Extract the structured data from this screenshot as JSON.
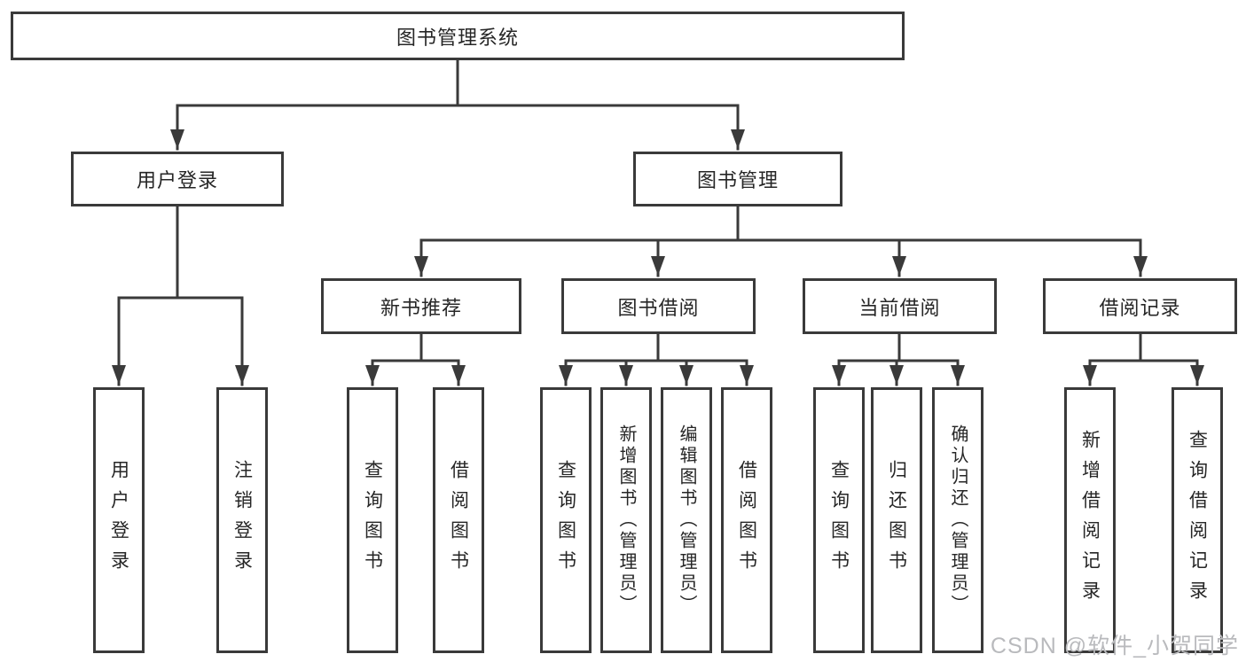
{
  "nodes": {
    "root": {
      "label": "图书管理系统"
    },
    "user_login_grp": {
      "label": "用户登录"
    },
    "book_mgmt": {
      "label": "图书管理"
    },
    "new_book_rec": {
      "label": "新书推荐"
    },
    "book_borrow": {
      "label": "图书借阅"
    },
    "current_borrow": {
      "label": "当前借阅"
    },
    "borrow_records": {
      "label": "借阅记录"
    },
    "user_login": {
      "label": "用户登录"
    },
    "logout": {
      "label": "注销登录"
    },
    "nb_query": {
      "label": "查询图书"
    },
    "nb_borrow": {
      "label": "借阅图书"
    },
    "bb_query": {
      "label": "查询图书"
    },
    "bb_add": {
      "label": "新增图书（管理员）"
    },
    "bb_edit": {
      "label": "编辑图书（管理员）"
    },
    "bb_borrow": {
      "label": "借阅图书"
    },
    "cb_query": {
      "label": "查询图书"
    },
    "cb_return": {
      "label": "归还图书"
    },
    "cb_confirm": {
      "label": "确认归还（管理员）"
    },
    "br_add": {
      "label": "新增借阅记录"
    },
    "br_query": {
      "label": "查询借阅记录"
    }
  },
  "hierarchy": {
    "title": "图书管理系统",
    "children": [
      {
        "label": "用户登录",
        "children": [
          "用户登录",
          "注销登录"
        ]
      },
      {
        "label": "图书管理",
        "children": [
          {
            "label": "新书推荐",
            "children": [
              "查询图书",
              "借阅图书"
            ]
          },
          {
            "label": "图书借阅",
            "children": [
              "查询图书",
              "新增图书（管理员）",
              "编辑图书（管理员）",
              "借阅图书"
            ]
          },
          {
            "label": "当前借阅",
            "children": [
              "查询图书",
              "归还图书",
              "确认归还（管理员）"
            ]
          },
          {
            "label": "借阅记录",
            "children": [
              "新增借阅记录",
              "查询借阅记录"
            ]
          }
        ]
      }
    ]
  },
  "watermark": {
    "text": "CSDN @软件_小贺同学"
  },
  "colors": {
    "line": "#3a3a3a",
    "text": "#262626",
    "watermark": "#b9babd",
    "background": "#ffffff"
  }
}
